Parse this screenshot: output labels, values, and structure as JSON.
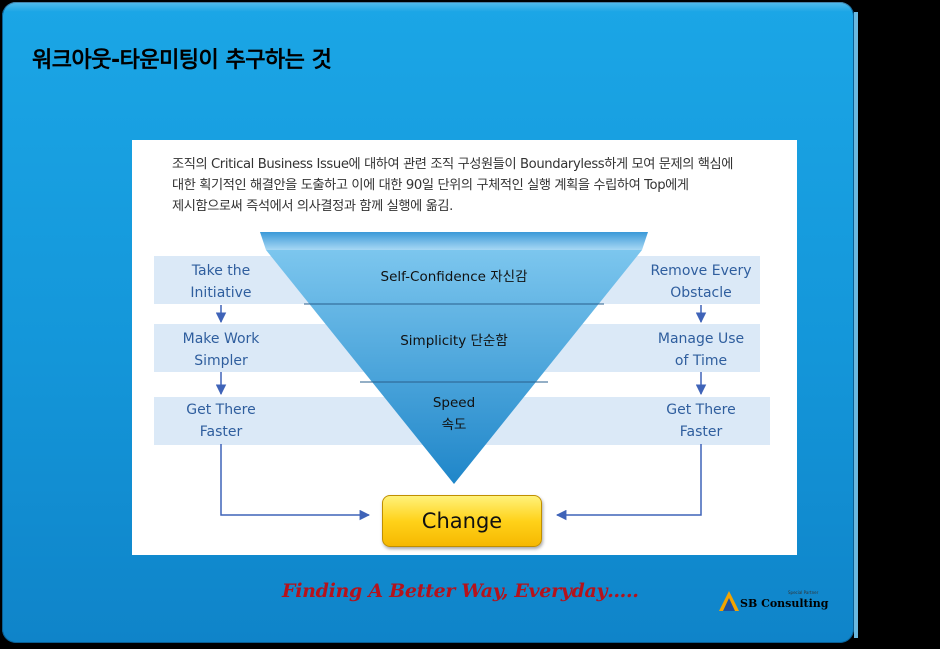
{
  "title": "워크아웃-타운미팅이 추구하는 것",
  "intro_lines": [
    "조직의 Critical Business Issue에 대하여 관련 조직 구성원들이 Boundaryless하게 모여 문제의 핵심에",
    "대한 획기적인 해결안을 도출하고 이에 대한 90일 단위의 구체적인 실행 계획을 수립하여 Top에게",
    "제시함으로써 즉석에서 의사결정과 함께 실행에 옮김."
  ],
  "left_steps": [
    {
      "line1": "Take the",
      "line2": "Initiative"
    },
    {
      "line1": "Make Work",
      "line2": "Simpler"
    },
    {
      "line1": "Get There",
      "line2": "Faster"
    }
  ],
  "right_steps": [
    {
      "line1": "Remove Every",
      "line2": "Obstacle"
    },
    {
      "line1": "Manage Use",
      "line2": "of Time"
    },
    {
      "line1": "Get There",
      "line2": "Faster"
    }
  ],
  "triangle": [
    {
      "line1": "Self-Confidence 자신감"
    },
    {
      "line1": "Simplicity 단순함"
    },
    {
      "line1": "Speed",
      "line2": "속도"
    }
  ],
  "change_label": "Change",
  "tagline": "Finding A Better Way, Everyday…..",
  "logo": {
    "text": "SB Consulting",
    "subtext": "Special Partner"
  },
  "colors": {
    "background": "#1496d9",
    "step_text": "#2f5e9e",
    "arrow": "#3f63b8",
    "tagline": "#b5121b",
    "change_fill": "#ffd21a"
  }
}
